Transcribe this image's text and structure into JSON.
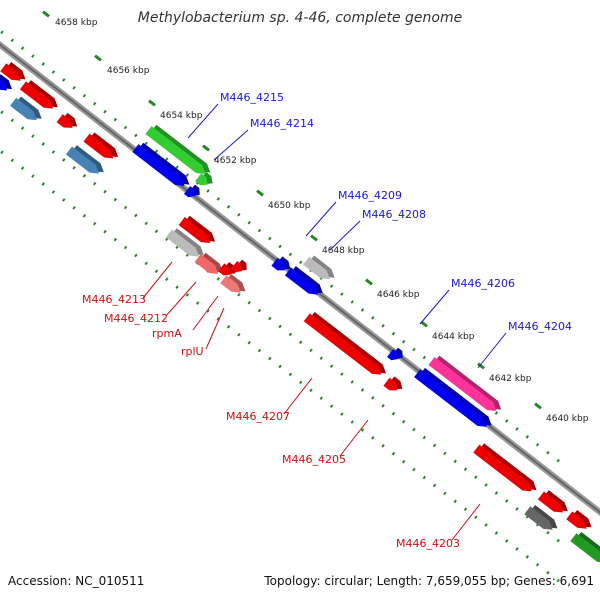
{
  "title": "Methylobacterium sp. 4-46, complete genome",
  "ticks": [
    {
      "label": "4658 kbp"
    },
    {
      "label": "4656 kbp"
    },
    {
      "label": "4654 kbp"
    },
    {
      "label": "4652 kbp"
    },
    {
      "label": "4650 kbp"
    },
    {
      "label": "4648 kbp"
    },
    {
      "label": "4646 kbp"
    },
    {
      "label": "4644 kbp"
    },
    {
      "label": "4642 kbp"
    },
    {
      "label": "4640 kbp"
    }
  ],
  "forward_labels": [
    {
      "label": "M446_4215"
    },
    {
      "label": "M446_4214"
    },
    {
      "label": "M446_4209"
    },
    {
      "label": "M446_4208"
    },
    {
      "label": "M446_4206"
    },
    {
      "label": "M446_4204"
    }
  ],
  "reverse_labels": [
    {
      "label": "M446_4213"
    },
    {
      "label": "M446_4212"
    },
    {
      "label": "rpmA"
    },
    {
      "label": "rplU"
    },
    {
      "label": "M446_4207"
    },
    {
      "label": "M446_4205"
    },
    {
      "label": "M446_4203"
    }
  ],
  "footer": {
    "accession": "Accession: NC_010511",
    "summary": "Topology: circular; Length: 7,659,055 bp; Genes: 6,691"
  },
  "colors": {
    "forward_cds": "#0000ee",
    "reverse_cds": "#ee0000",
    "rna": "#33cc33",
    "highlight": "#ff3399",
    "pseudo": "#bbbbbb",
    "steelblue": "#4682b4",
    "tick": "#228822"
  }
}
